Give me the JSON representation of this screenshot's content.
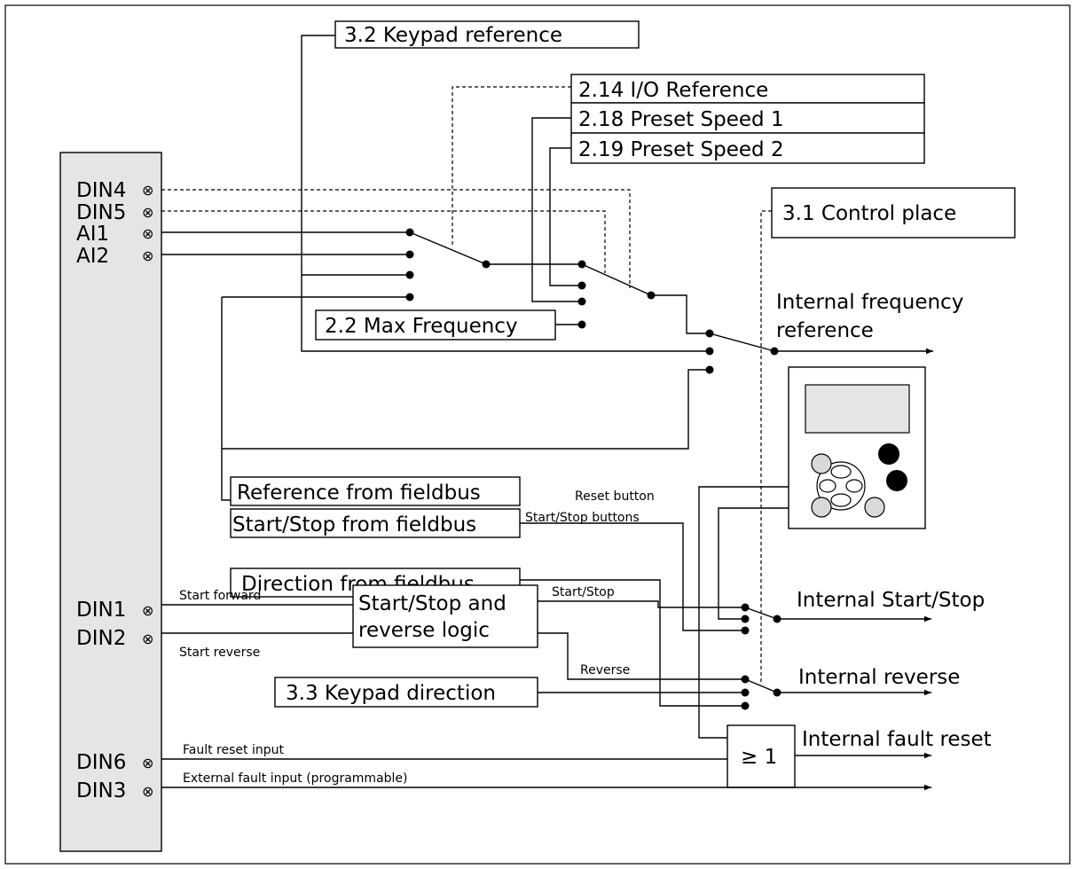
{
  "parameters": {
    "keypad_reference": "3.2 Keypad reference",
    "io_reference": "2.14 I/O Reference",
    "preset_speed_1": "2.18 Preset Speed 1",
    "preset_speed_2": "2.19 Preset Speed 2",
    "control_place": "3.1 Control place",
    "max_frequency": "2.2 Max Frequency",
    "keypad_direction": "3.3 Keypad direction"
  },
  "terminals": {
    "din4": "DIN4",
    "din5": "DIN5",
    "ai1": "AI1",
    "ai2": "AI2",
    "din1": "DIN1",
    "din2": "DIN2",
    "din6": "DIN6",
    "din3": "DIN3",
    "terminal_symbol": "⊗"
  },
  "fieldbus": {
    "reference": "Reference from fieldbus",
    "start_stop": "Start/Stop from fieldbus",
    "direction": "Direction from fieldbus"
  },
  "signals": {
    "start_forward": "Start forward",
    "start_reverse": "Start reverse",
    "start_stop": "Start/Stop",
    "reverse": "Reverse",
    "fault_reset_input": "Fault reset input",
    "external_fault_input": "External fault input (programmable)",
    "reset_button": "Reset button",
    "start_stop_buttons": "Start/Stop buttons"
  },
  "logic": {
    "start_stop_logic_line1": "Start/Stop and",
    "start_stop_logic_line2": "reverse logic",
    "or_gate": "≥ 1"
  },
  "outputs": {
    "internal_frequency_line1": "Internal frequency",
    "internal_frequency_line2": "reference",
    "internal_start_stop": "Internal Start/Stop",
    "internal_reverse": "Internal reverse",
    "internal_fault_reset": "Internal fault reset"
  }
}
